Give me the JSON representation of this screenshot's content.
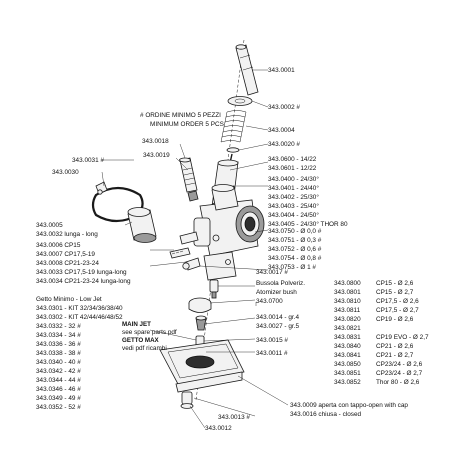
{
  "labels": {
    "p0001": "343.0001",
    "p0002": "343.0002 #",
    "order_it": "# ORDINE MINIMO 5 PEZZI",
    "order_en": "MINIMUM ORDER 5 PCS",
    "p0004": "343.0004",
    "p0018": "343.0018",
    "p0020": "343.0020 #",
    "p0019": "343.0019",
    "p0031": "343.0031 #",
    "p0030": "343.0030",
    "p0600": "343.0600 - 14/22",
    "p0601": "343.0601 - 12/22",
    "p0400": "343.0400 - 24/30°",
    "p0401": "343.0401 - 24/40°",
    "p0402": "343.0402 - 25/30°",
    "p0403": "343.0403 - 25/40°",
    "p0404": "343.0404 - 24/50°",
    "p0405": "343.0405 - 24/30° THOR 80",
    "p0005": "343.0005",
    "p0032": "343.0032 lunga - long",
    "p0750": "343.0750 - Ø 0,0 #",
    "p0751": "343.0751 - Ø 0,3 #",
    "p0752": "343.0752 - Ø 0,6 #",
    "p0754": "343.0754 - Ø 0,8 #",
    "p0753": "343.0753 - Ø 1 #",
    "p0006": "343.0006  CP15",
    "p0007": "343.0007  CP17,5-19",
    "p0008": "343.0008  CP21-23-24",
    "p0033": "343.0033  CP17,5-19 lunga-long",
    "p0034": "343.0034  CP21-23-24 lunga-long",
    "p0017": "343.0017 #",
    "getto_minimo": "Getto Minimo - Low Jet",
    "kit1": "343.0301 - KIT 32/34/36/38/40",
    "kit2": "343.0302 - KIT 42/44/46/48/52",
    "j32": "343.0332 - 32 #",
    "j34": "343.0334 - 34 #",
    "j36": "343.0336 - 36 #",
    "j38": "343.0338 - 38 #",
    "j40": "343.0340 - 40 #",
    "j42": "343.0342 - 42 #",
    "j44": "343.0344 - 44 #",
    "j46": "343.0346 - 46 #",
    "j49": "343.0349 - 49 #",
    "j52": "343.0352 - 52 #",
    "bussola_it": "Bussola Polveriz.",
    "bussola_en": "Atomizer bush",
    "p0700": "343.0700",
    "p0014": "343.0014 - gr.4",
    "p0027": "343.0027 - gr.5",
    "p0015": "343.0015 #",
    "p0011": "343.0011 #",
    "main_jet_1": "MAIN JET",
    "main_jet_2": "see spare parts pdf",
    "main_jet_3": "GETTO MAX",
    "main_jet_4": "vedi pdf ricambi",
    "p0009": "343.0009  aperta con tappo-open with cap",
    "p0016": "343.0016  chiusa - closed",
    "p0013": "343.0013 #",
    "p0012": "343.0012",
    "p0800": "343.0800",
    "p0810": "343.0810",
    "p0811": "343.0811",
    "p0820": "343.0820",
    "p0821": "343.0821",
    "p0840": "343.0840",
    "p0841": "343.0841",
    "p0850": "343.0850",
    "p0851": "343.0851",
    "p0852": "343.0852",
    "n0800": "CP15  - Ø 2,6",
    "n0801": "CP15  - Ø 2,7",
    "n0810": "CP17,5 - Ø 2,6",
    "n0811": "CP17,5 - Ø 2,7",
    "n0820": "CP19  - Ø 2,6",
    "n0831": "CP19 EVO - Ø 2,7",
    "n0840": "CP21  - Ø 2,6",
    "n0841": "CP21  - Ø 2,7",
    "n0850": "CP23/24 - Ø 2,6",
    "n0851": "CP23/24 - Ø 2,7",
    "n0852": "Thor 80 - Ø 2,6"
  },
  "left_col": {
    "c1": "343.0800",
    "c2": "343.0801",
    "c3": "343.0810",
    "c4": "343.0811",
    "c5": "343.0820",
    "c6": "343.0831",
    "c7": "343.0840",
    "c8": "343.0841",
    "c9": "343.0850",
    "c10": "343.0851",
    "c11": "343.0852"
  }
}
